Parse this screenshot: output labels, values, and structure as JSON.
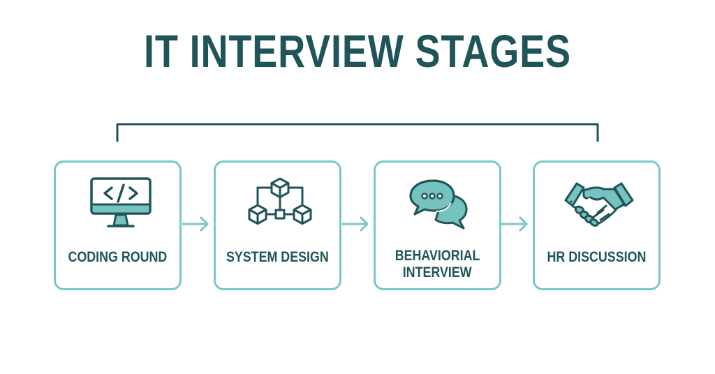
{
  "title": "IT INTERVIEW STAGES",
  "colors": {
    "primary": "#1f5558",
    "accent": "#7cc6c6",
    "fill": "#76c2bf"
  },
  "stages": [
    {
      "label": "CODING ROUND",
      "icon": "code-monitor-icon"
    },
    {
      "label": "SYSTEM DESIGN",
      "icon": "network-cubes-icon"
    },
    {
      "label_line1": "BEHAVIORIAL",
      "label_line2": "INTERVIEW",
      "icon": "chat-bubbles-icon"
    },
    {
      "label": "HR DISCUSSION",
      "icon": "handshake-icon"
    }
  ]
}
